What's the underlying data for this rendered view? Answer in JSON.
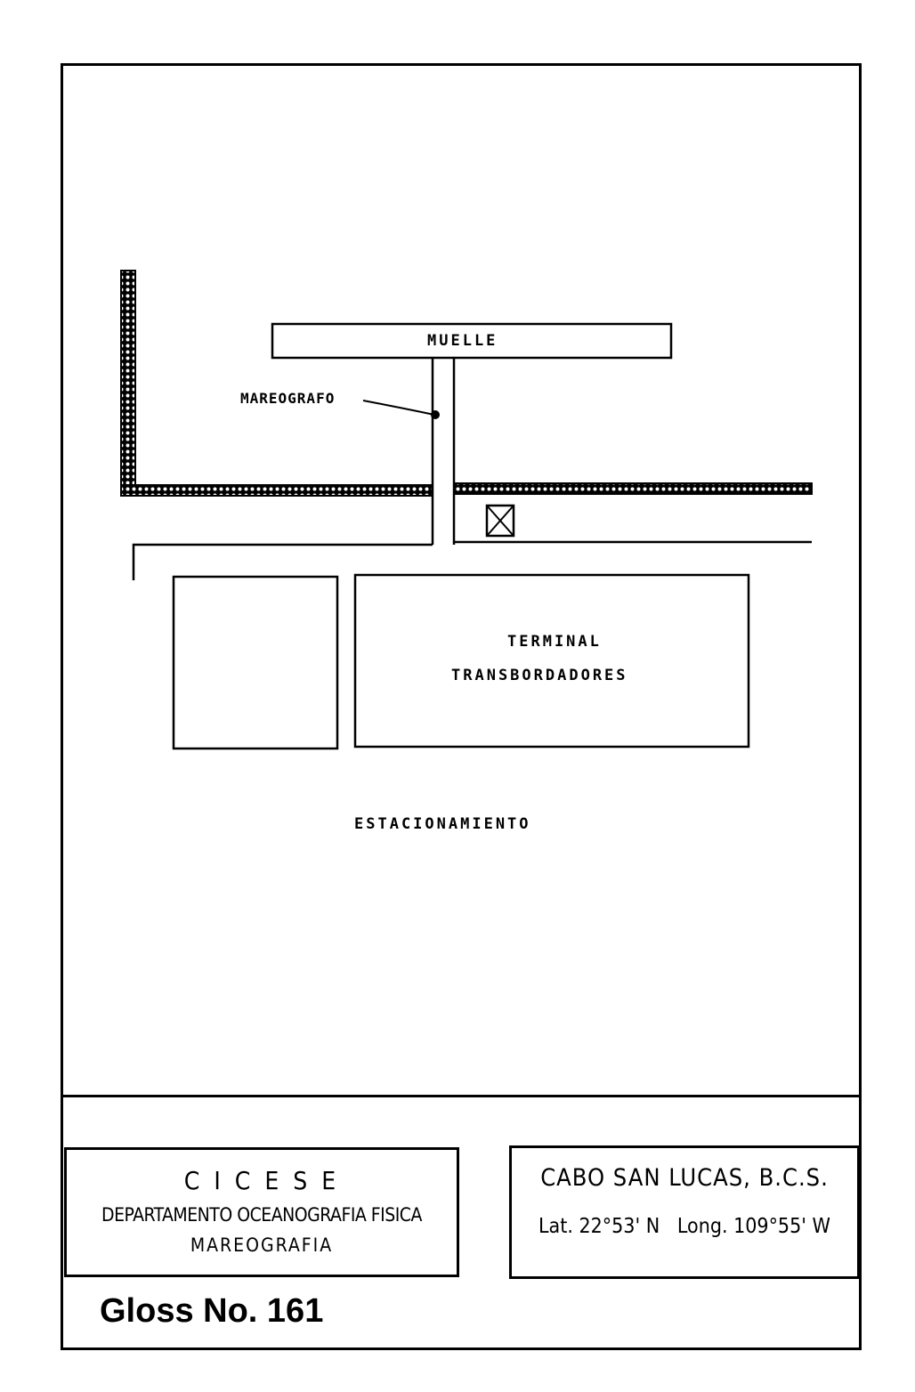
{
  "map": {
    "labels": {
      "pier": "MUELLE",
      "tide_gauge": "MAREOGRAFO",
      "terminal_line1": "TERMINAL",
      "terminal_line2": "TRANSBORDADORES",
      "parking": "ESTACIONAMIENTO"
    }
  },
  "institution_box": {
    "name": "C I C E S E",
    "department": "DEPARTAMENTO OCEANOGRAFIA FISICA",
    "division": "MAREOGRAFIA"
  },
  "location_box": {
    "place": "CABO SAN LUCAS, B.C.S.",
    "lat": "Lat. 22°53' N",
    "long": "Long. 109°55' W"
  },
  "footer": {
    "title": "Gloss No. 161"
  }
}
